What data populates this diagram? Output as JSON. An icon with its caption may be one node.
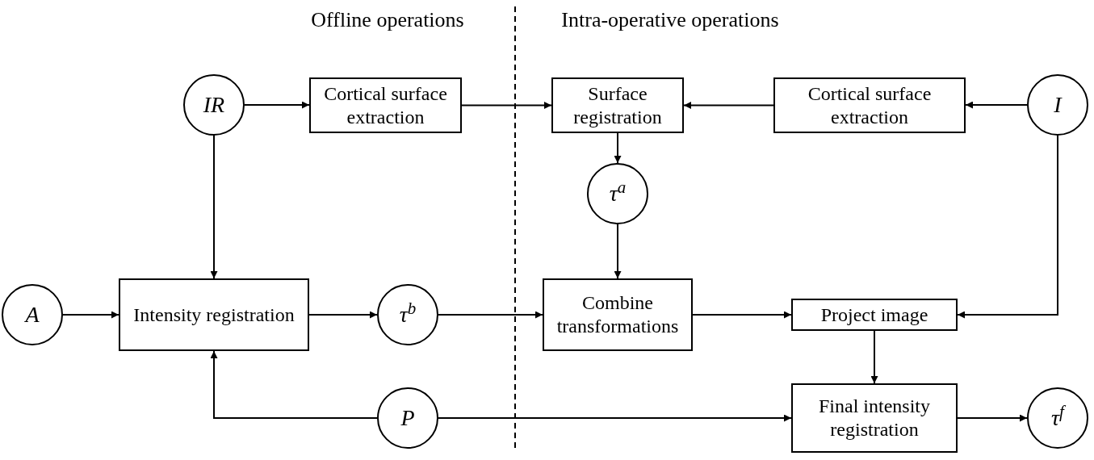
{
  "diagram": {
    "nodes": [
      {
        "text": [
          "IR"
        ]
      },
      {
        "text": [
          "Cortical surface extraction"
        ]
      },
      {
        "text": [
          "Surface registration"
        ]
      },
      {
        "text": [
          "Cortical surface extraction"
        ]
      },
      {
        "text": [
          "I"
        ]
      },
      {
        "text": [
          "τ$^{a}$"
        ]
      },
      {
        "text": [
          "A"
        ]
      },
      {
        "text": [
          "Intensity registration"
        ]
      },
      {
        "text": [
          "τ$^{b}$"
        ]
      },
      {
        "text": [
          "Combine transformations"
        ]
      },
      {
        "text": [
          "Project image"
        ]
      },
      {
        "text": [
          "P"
        ]
      },
      {
        "text": [
          "Final intensity registration"
        ]
      },
      {
        "text": [
          "τ$^{f}$"
        ]
      }
    ],
    "edges": [
      {
        "from": 0,
        "to": 1,
        "arrow": "to"
      },
      {
        "from": 1,
        "to": 2,
        "arrow": "to"
      },
      {
        "from": 3,
        "to": 2,
        "arrow": "to"
      },
      {
        "from": 4,
        "to": 3,
        "arrow": "to"
      },
      {
        "from": 2,
        "to": 5,
        "arrow": "to"
      },
      {
        "from": 5,
        "to": 9,
        "arrow": "to"
      },
      {
        "from": 0,
        "to": 7,
        "arrow": "to"
      },
      {
        "from": 6,
        "to": 7,
        "arrow": "to"
      },
      {
        "from": 7,
        "to": 8,
        "arrow": "to"
      },
      {
        "from": 8,
        "to": 9,
        "arrow": "to"
      },
      {
        "from": 9,
        "to": 10,
        "arrow": "to"
      },
      {
        "from": 4,
        "to": 10,
        "arrow": "to"
      },
      {
        "from": 10,
        "to": 12,
        "arrow": "to"
      },
      {
        "from": 11,
        "to": 7,
        "arrow": "to"
      },
      {
        "from": 11,
        "to": 12,
        "arrow": "to"
      },
      {
        "from": 12,
        "to": 13,
        "arrow": "to"
      }
    ],
    "labels": [
      "Offline operations",
      "Intra-operative operations"
    ]
  }
}
